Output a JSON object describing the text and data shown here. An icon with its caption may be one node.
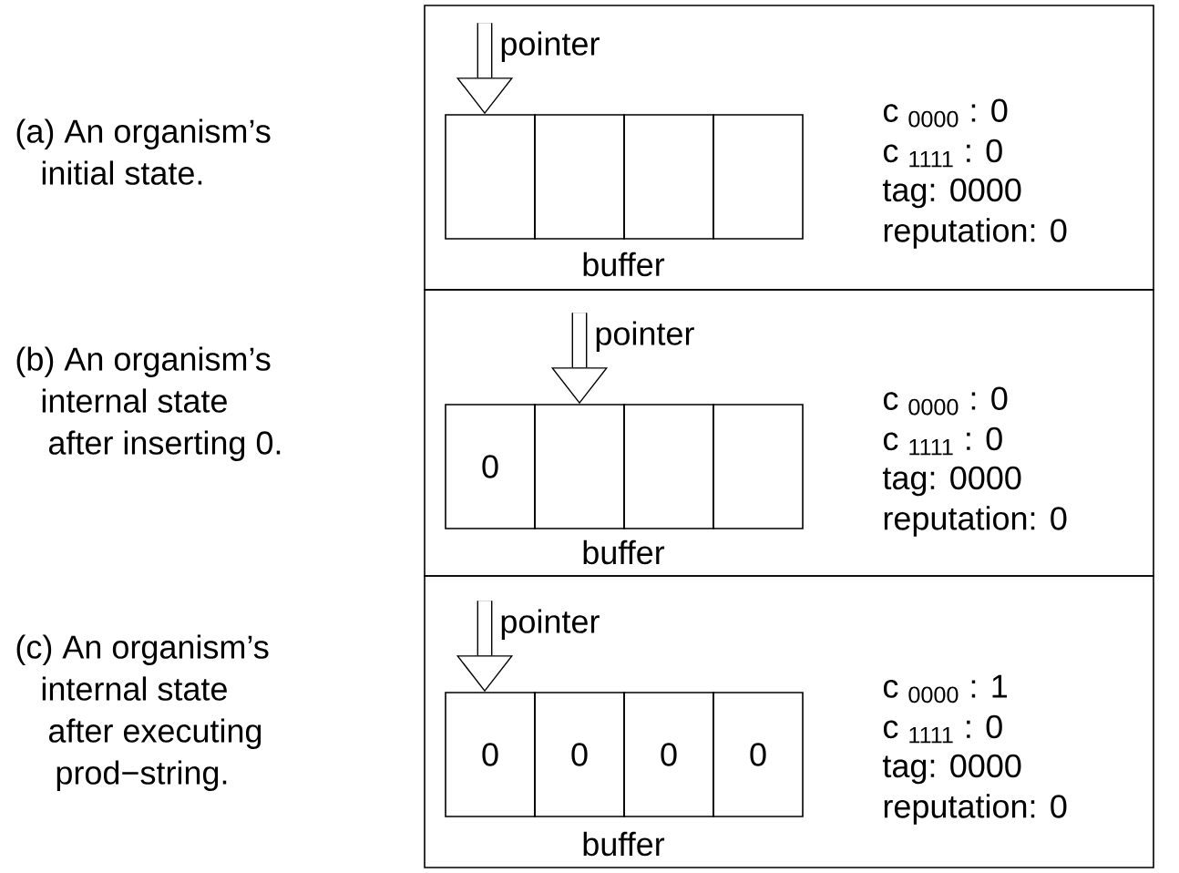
{
  "diagram": {
    "nodes": [
      {
        "text": [
          "buffer",
          "c $_{0000}$ : 0",
          "c $_{1111}$ : 0",
          "tag: 0000",
          "reputation: 0"
        ]
      },
      {
        "text": [],
        "shape": "box",
        "in": 0
      },
      {
        "text": [],
        "shape": "box",
        "in": 0
      },
      {
        "text": [],
        "shape": "box",
        "in": 0
      },
      {
        "text": [],
        "shape": "box",
        "in": 0
      },
      {
        "text": [
          "buffer",
          "c $_{0000}$ : 0",
          "c $_{1111}$ : 0",
          "tag: 0000",
          "reputation: 0"
        ]
      },
      {
        "text": [
          "0"
        ],
        "in": 5
      },
      {
        "text": [],
        "shape": "box",
        "in": 5
      },
      {
        "text": [],
        "shape": "box",
        "in": 5
      },
      {
        "text": [],
        "shape": "box",
        "in": 5
      },
      {
        "text": [
          "buffer",
          "c $_{0000}$ : 1",
          "c $_{1111}$ : 0",
          "tag: 0000",
          "reputation: 0"
        ]
      },
      {
        "text": [
          "0"
        ],
        "in": 10
      },
      {
        "text": [
          "0"
        ],
        "in": 10
      },
      {
        "text": [
          "0"
        ],
        "in": 10
      },
      {
        "text": [
          "0"
        ],
        "in": 10
      }
    ],
    "edges": [
      {
        "from": null,
        "to": 1,
        "arrow": "to",
        "label": "pointer"
      },
      {
        "from": null,
        "to": 7,
        "arrow": "to",
        "label": "pointer"
      },
      {
        "from": null,
        "to": 11,
        "arrow": "to",
        "label": "pointer"
      }
    ],
    "labels": [
      "(a) An organism’s initial state.",
      "(b) An organism’s internal state after inserting 0.",
      "(c) An organism’s internal state after executing prod−string."
    ]
  }
}
